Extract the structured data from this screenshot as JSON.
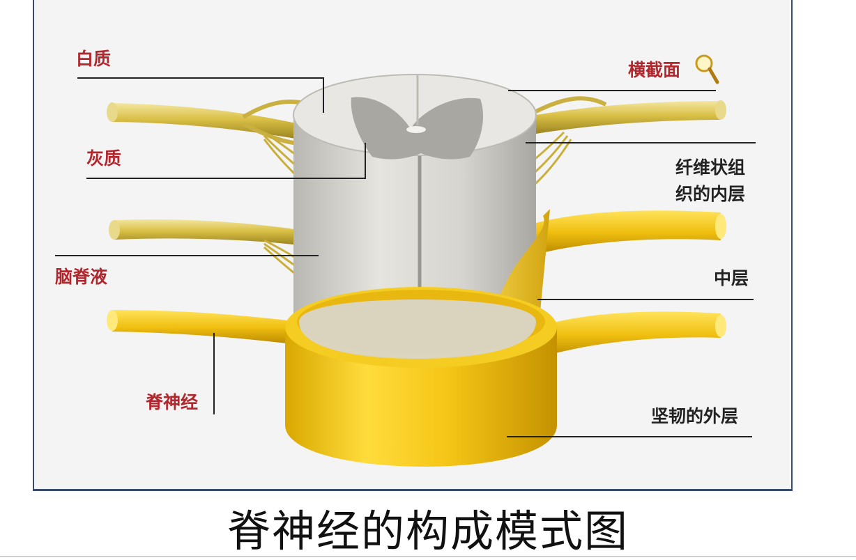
{
  "labels": {
    "white_matter": "白质",
    "gray_matter": "灰质",
    "csf": "脑脊液",
    "spinal_nerve": "脊神经",
    "cross_section": "横截面",
    "inner_layer": "纤维状组织的内层",
    "middle_layer": "中层",
    "outer_layer": "坚韧的外层"
  },
  "caption": "脊神经的构成模式图",
  "colors": {
    "label_red": "#b2262e",
    "label_dark": "#222222",
    "nerve_yellow": "#e8c020",
    "cord_gray": "#d9d7d2",
    "frame_border": "#3a4a6a"
  },
  "icons": [
    "magnifier-icon"
  ]
}
